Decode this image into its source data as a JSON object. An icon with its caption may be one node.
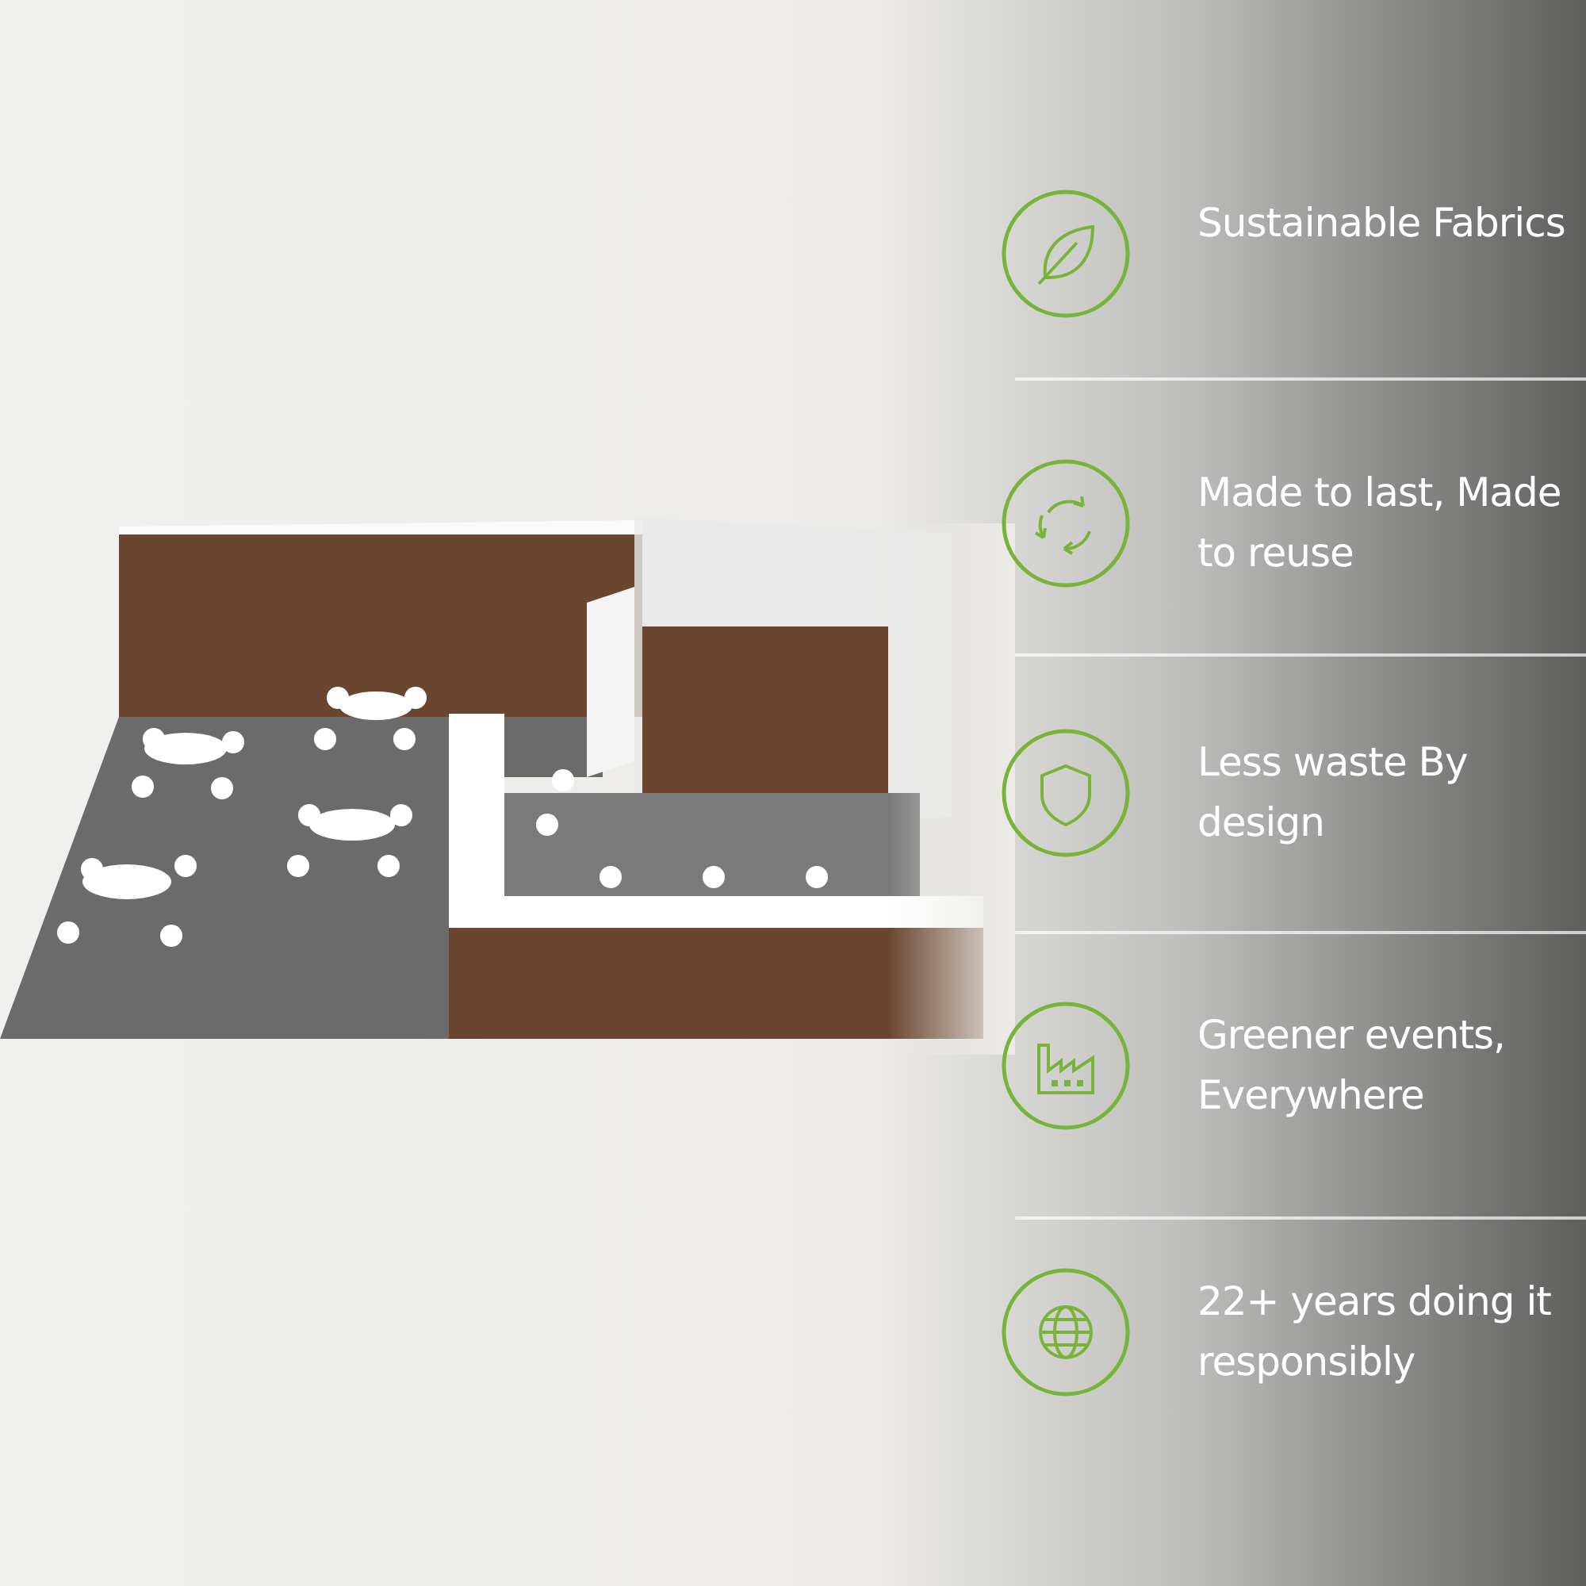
{
  "diagram": {
    "labels": [
      "Sustainable Fabrics",
      "Made to last, Made to reuse",
      "Less waste By design",
      "Greener events, Everywhere",
      "22+ years doing it responsibly"
    ]
  }
}
